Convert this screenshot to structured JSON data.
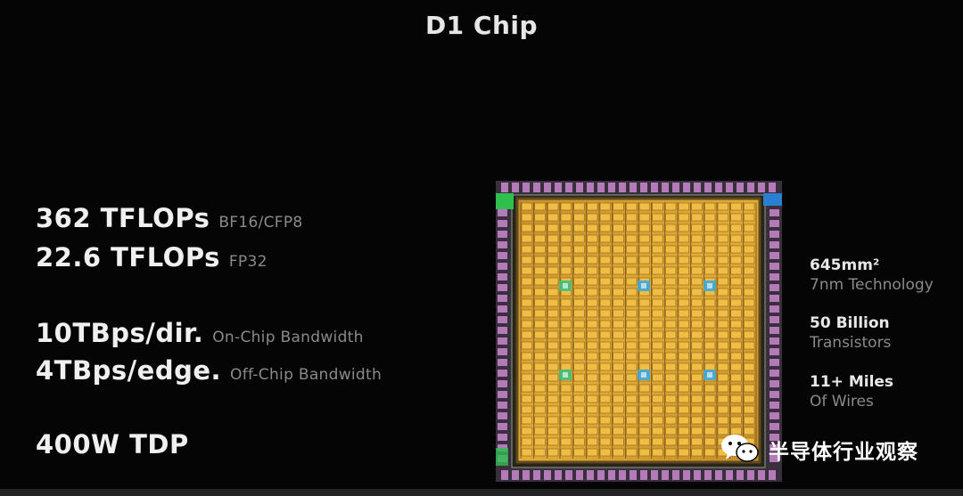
{
  "title": "D1 Chip",
  "specs": [
    {
      "main": "362 TFLOPs",
      "sub": "BF16/CFP8"
    },
    {
      "main": "22.6 TFLOPs",
      "sub": "FP32"
    },
    {
      "main": "10TBps/dir.",
      "sub": "On-Chip Bandwidth"
    },
    {
      "main": "4TBps/edge.",
      "sub": "Off-Chip Bandwidth"
    },
    {
      "main": "400W TDP",
      "sub": ""
    }
  ],
  "right_specs": [
    {
      "a": "645mm²",
      "b": "7nm Technology"
    },
    {
      "a": "50 Billion",
      "b": "Transistors"
    },
    {
      "a": "11+ Miles",
      "b": "Of Wires"
    }
  ],
  "watermark": {
    "text": "半导体行业观察",
    "icon": "wechat-icon"
  },
  "colors": {
    "background": "#050505",
    "chip_gold": "#d9a02a",
    "chip_border": "#b57ab8"
  }
}
